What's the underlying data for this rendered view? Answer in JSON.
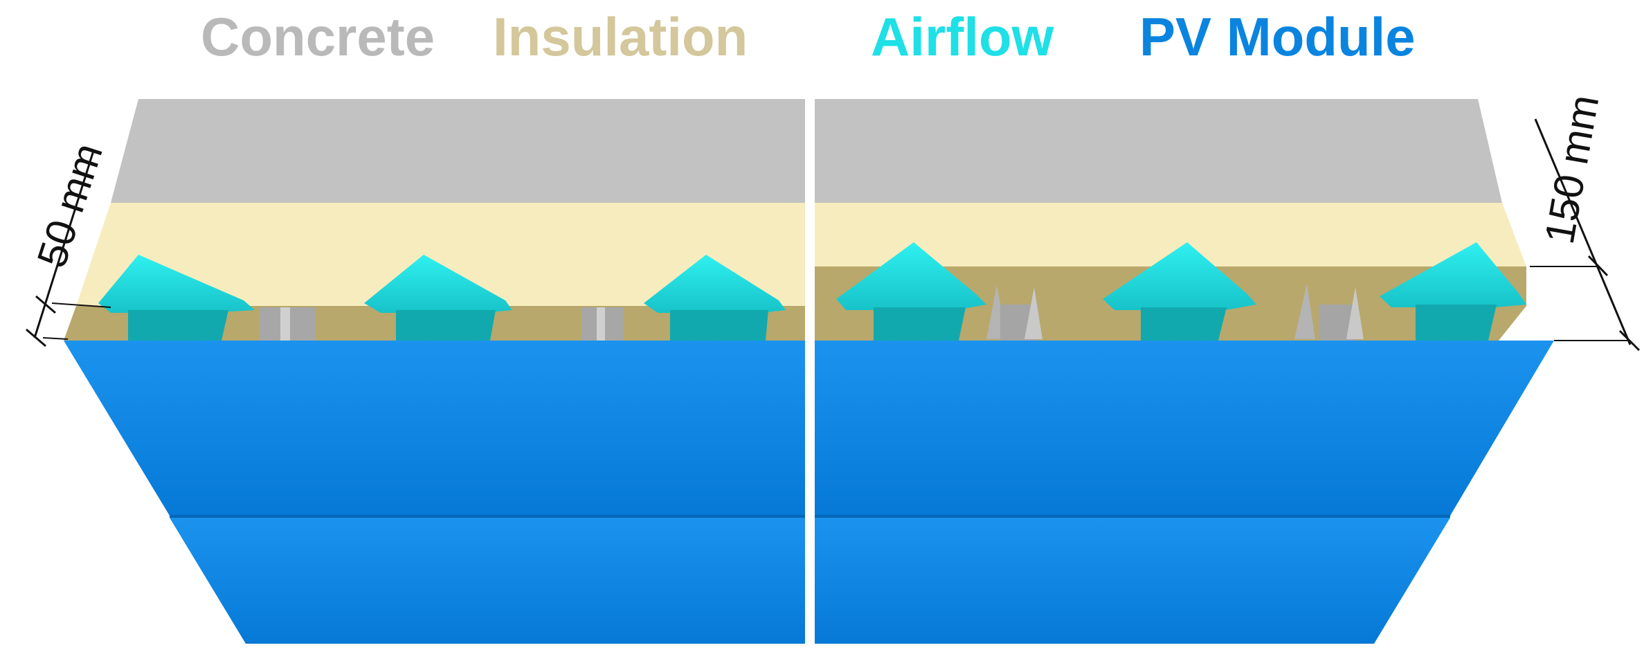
{
  "legend": {
    "concrete": "Concrete",
    "insulation": "Insulation",
    "airflow": "Airflow",
    "pv_module": "PV Module"
  },
  "dimensions": {
    "left_gap": "50 mm",
    "right_gap": "150 mm"
  },
  "colors": {
    "concrete": "#c0c0c0",
    "concrete_legend": "#b9b9b9",
    "insulation": "#f6ecbe",
    "insulation_legend": "#d3c79b",
    "cavity": "#b9a96b",
    "airflow": "#20d6d6",
    "airflow_legend": "#1ee0e6",
    "pv_module": "#0a86e4",
    "pv_module_legend": "#0a84df",
    "bracket": "#9c9c9c",
    "dim_line": "#111111"
  },
  "icons": {
    "airflow": "up-arrow-icon",
    "bracket": "rail-bracket-icon"
  }
}
